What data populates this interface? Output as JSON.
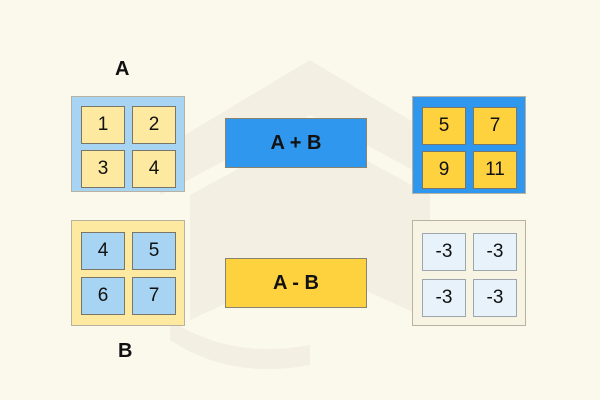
{
  "labels": {
    "a": "A",
    "b": "B"
  },
  "operations": {
    "add": "A + B",
    "sub": "A - B"
  },
  "matrices": {
    "a": [
      "1",
      "2",
      "3",
      "4"
    ],
    "b": [
      "4",
      "5",
      "6",
      "7"
    ],
    "sum": [
      "5",
      "7",
      "9",
      "11"
    ],
    "diff": [
      "-3",
      "-3",
      "-3",
      "-3"
    ]
  },
  "colors": {
    "background": "#fbf8ec",
    "light_blue": "#a6d4f2",
    "light_yellow": "#fdeaa0",
    "blue": "#2f97ee",
    "yellow": "#fed13f",
    "pale": "#f8f4e3",
    "pale_cell": "#e7f2fa"
  }
}
